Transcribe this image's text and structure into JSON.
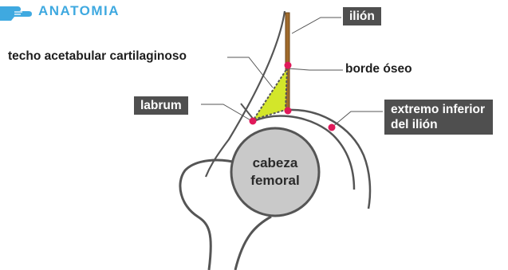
{
  "header": {
    "title": "ANATOMIA",
    "icon": "pointing-hand-icon",
    "accent": "#3fa9e0"
  },
  "labels": {
    "ilion": "ilión",
    "techo": "techo acetabular cartilaginoso",
    "borde": "borde óseo",
    "labrum": "labrum",
    "extremo_line1": "extremo inferior",
    "extremo_line2": "del ilión",
    "cabeza_line1": "cabeza",
    "cabeza_line2": "femoral"
  },
  "colors": {
    "marker": "#e0195a",
    "cartilage": "#d3e62a",
    "bone_fill": "#c9c9c9",
    "outline": "#555555",
    "ilion_bar": "#a06b2c",
    "label_box": "#4f4f4f"
  }
}
